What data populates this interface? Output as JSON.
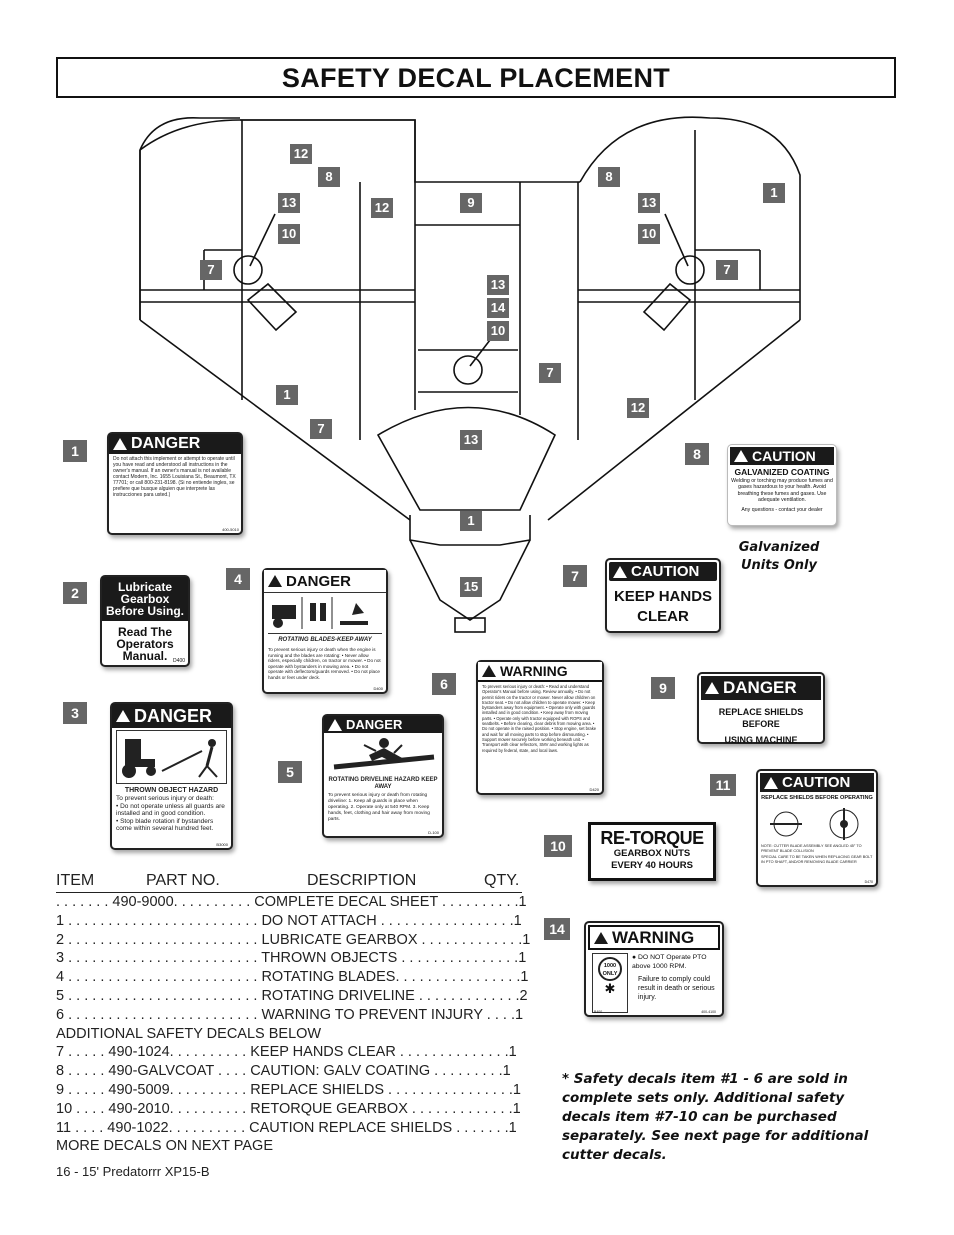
{
  "title": "SAFETY DECAL PLACEMENT",
  "diagram_callouts": [
    "12",
    "8",
    "13",
    "10",
    "7",
    "12",
    "9",
    "8",
    "13",
    "10",
    "1",
    "7",
    "13",
    "14",
    "10",
    "7",
    "1",
    "7",
    "12",
    "13",
    "1",
    "15"
  ],
  "decal_numbers": [
    "1",
    "2",
    "3",
    "4",
    "5",
    "6",
    "7",
    "8",
    "9",
    "10",
    "11",
    "14"
  ],
  "decals": {
    "d1": {
      "head": "DANGER",
      "body": "Do not attach this implement or attempt to operate until you have read and understood all instructions in the owner's manual. If an owner's manual is not available contact Modern, Inc. 1655 Louisiana St., Beaumont, TX 77701; or call 800-231-8198. (Si no entiende ingles, se prefiere que busque alguien que interprete las instrucciones para usted.)",
      "code": "400-5010"
    },
    "d2": {
      "top": "Lubricate Gearbox Before Using.",
      "bottom": "Read The Operators Manual.",
      "code": "D400"
    },
    "d3": {
      "head": "DANGER",
      "caption": "THROWN OBJECT HAZARD",
      "body1": "To prevent serious injury or death:",
      "b1": "• Do not operate unless all guards are installed and in good condition.",
      "b2": "• Stop blade rotation if bystanders come within several hundred feet.",
      "code": "B3000"
    },
    "d4": {
      "head": "DANGER",
      "caption": "ROTATING BLADES-KEEP AWAY",
      "body": "To prevent serious injury or death when the engine is running and the blades are rotating: • Never allow riders, especially children, on tractor or mower. • Do not operate with bystanders in mowing area. • Do not operate with deflectors/guards removed. • Do not place hands or feet under deck.",
      "code": "D400"
    },
    "d5": {
      "head": "DANGER",
      "caption": "ROTATING DRIVELINE HAZARD KEEP AWAY",
      "body": "To prevent serious injury or death from rotating driveline: 1. Keep all guards in place when operating. 2. Operate only at 540 RPM. 3. Keep hands, feet, clothing and hair away from moving parts.",
      "code": "D-100"
    },
    "d6": {
      "head": "WARNING",
      "body": "To prevent serious injury or death: • Read and understand Operator's Manual before using. Review annually. • Do not permit riders on the tractor or mower. Never allow children on tractor seat. • Do not allow children to operate mower. • Keep bystanders away from equipment. • Operate only with guards installed and in good condition. • Keep away from moving parts. • Operate only with tractor equipped with ROPS and seatbelts. • Before clearing, clear debris from mowing area. • Do not operate in the raised position. • Stop engine, set brake and wait for all moving parts to stop before dismounting. • Support mower securely before working beneath unit. • Transport with clear reflectors, SMV and working lights as required by federal, state, and local laws.",
      "code": "D420"
    },
    "d7": {
      "head": "CAUTION",
      "line1": "KEEP HANDS",
      "line2": "CLEAR"
    },
    "d8": {
      "head": "CAUTION",
      "title": "GALVANIZED COATING",
      "body": "Welding or torching may produce fumes and gases hazardous to your health. Avoid breathing these fumes and gases. Use adequate ventilation.",
      "footer": "Any questions - contact your dealer"
    },
    "d9": {
      "head": "DANGER",
      "line1": "REPLACE SHIELDS BEFORE",
      "line2": "USING MACHINE"
    },
    "d10": {
      "line1": "RE-TORQUE",
      "line2": "GEARBOX NUTS",
      "line3": "EVERY 40 HOURS"
    },
    "d11": {
      "head": "CAUTION",
      "title": "REPLACE SHIELDS BEFORE OPERATING",
      "mid": "NOTE: CUTTER BLADE ASSEMBLY SEE ANGLED 45° TO PREVENT BLADE COLLISION",
      "body": "SPECIAL CARE TO BE TAKEN WHEN REPLACING GEAR BOLT IN PTO SHAFT, AND/OR REMOVING BLADE CARRIER",
      "code": "D470"
    },
    "d14": {
      "head": "WARNING",
      "body1": "● DO NOT Operate PTO above 1000 RPM.",
      "body2": "Failure to comply could result in death or serious injury.",
      "rpm": "1000 ONLY",
      "code1": "B400",
      "code2": "400-4100"
    }
  },
  "galvanized_note": "Galvanized Units Only",
  "parts_list": {
    "headers": [
      "ITEM",
      "PART NO.",
      "DESCRIPTION",
      "QTY."
    ],
    "rows": [
      ". . . . . . . 490-9000. . . . . . . . . . COMPLETE DECAL SHEET . . . . . . . . . .1",
      "1 . . . . . . . . . . . . . . . . . . . . . . . . DO NOT ATTACH . . . . . . . . . . . . . . . . .1",
      "2 . . . . . . . . . . . . . . . . . . . . . . . . LUBRICATE GEARBOX . . . . . . . . . . . . .1",
      "3 . . . . . . . . . . . . . . . . . . . . . . . . THROWN OBJECTS . . . . . . . . . . . . . . .1",
      "4 . . . . . . . . . . . . . . . . . . . . . . . . ROTATING BLADES. . . . . . . . . . . . . . . .1",
      "5 . . . . . . . . . . . . . . . . . . . . . . . . ROTATING DRIVELINE . . . . . . . . . . . . .2",
      "6 . . . . . . . . . . . . . . . . . . . . . . . . WARNING TO PREVENT INJURY . . . .1",
      "ADDITIONAL SAFETY DECALS BELOW",
      "7 . . . . . 490-1024. . . . . . . . . . KEEP HANDS CLEAR . . . . . . . . . . . . . .1",
      "8 . . . . . 490-GALVCOAT . . . . CAUTION: GALV COATING . . . . . . . . .1",
      "9 . . . . . 490-5009. . . . . . . . . . REPLACE SHIELDS . . . . . . . . . . . . . . . .1",
      "10 . . . . 490-2010. . . . . . . . . . RETORQUE GEARBOX . . . . . . . . . . . . .1",
      "11 . . . . 490-1022. . . . . . . . . . CAUTION REPLACE SHIELDS . . . . . . .1",
      "MORE DECALS ON NEXT PAGE"
    ]
  },
  "sales_note": "* Safety decals item #1 - 6 are sold in complete sets only. Additional safety decals item #7-10 can be purchased separately. See next page for additional cutter decals.",
  "footer": "16 - 15' Predatorrr XP15-B"
}
